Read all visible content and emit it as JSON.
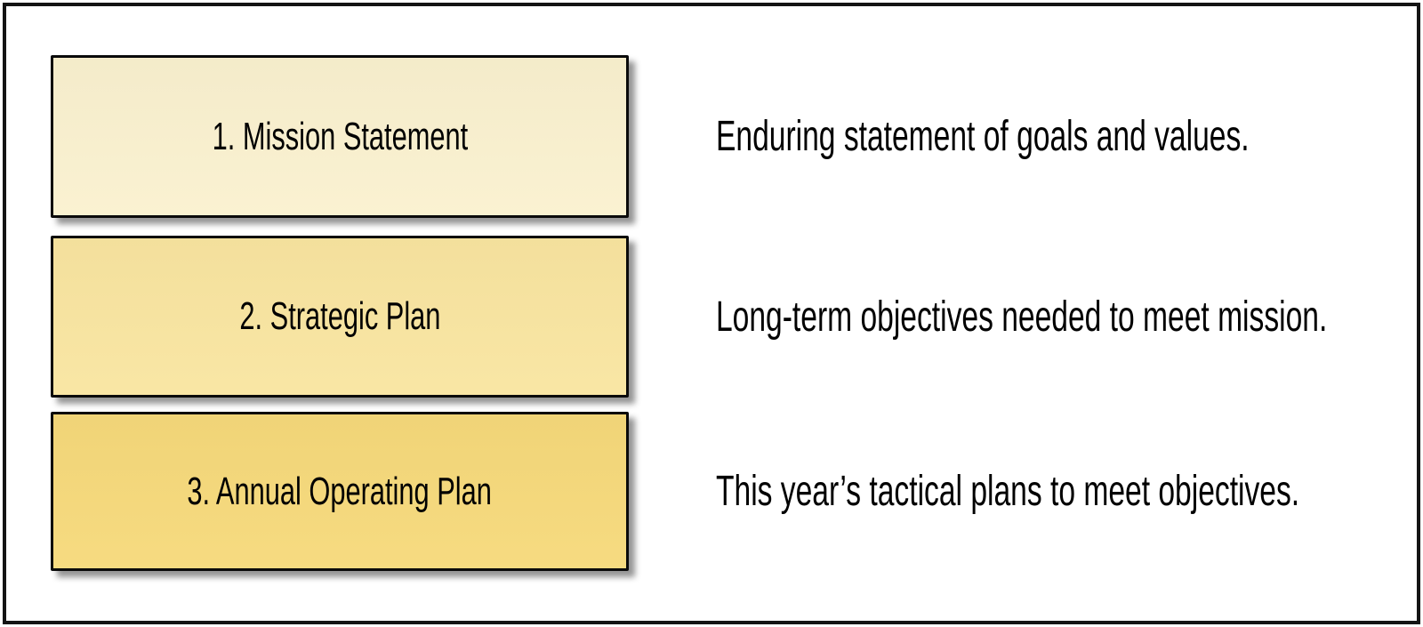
{
  "diagram": {
    "rows": [
      {
        "label": "1. Mission Statement",
        "description": "Enduring statement of goals and values.",
        "fill": "#FAF1CF"
      },
      {
        "label": "2. Strategic Plan",
        "description": "Long-term objectives needed to meet mission.",
        "fill": "#F9E5A0"
      },
      {
        "label": "3. Annual Operating Plan",
        "description": "This year’s tactical plans to meet objectives.",
        "fill": "#F6D97A"
      }
    ],
    "colors": {
      "frame_border": "#141414",
      "box_border": "#0A0A0A",
      "text": "#000000",
      "background": "#FFFFFF"
    }
  }
}
